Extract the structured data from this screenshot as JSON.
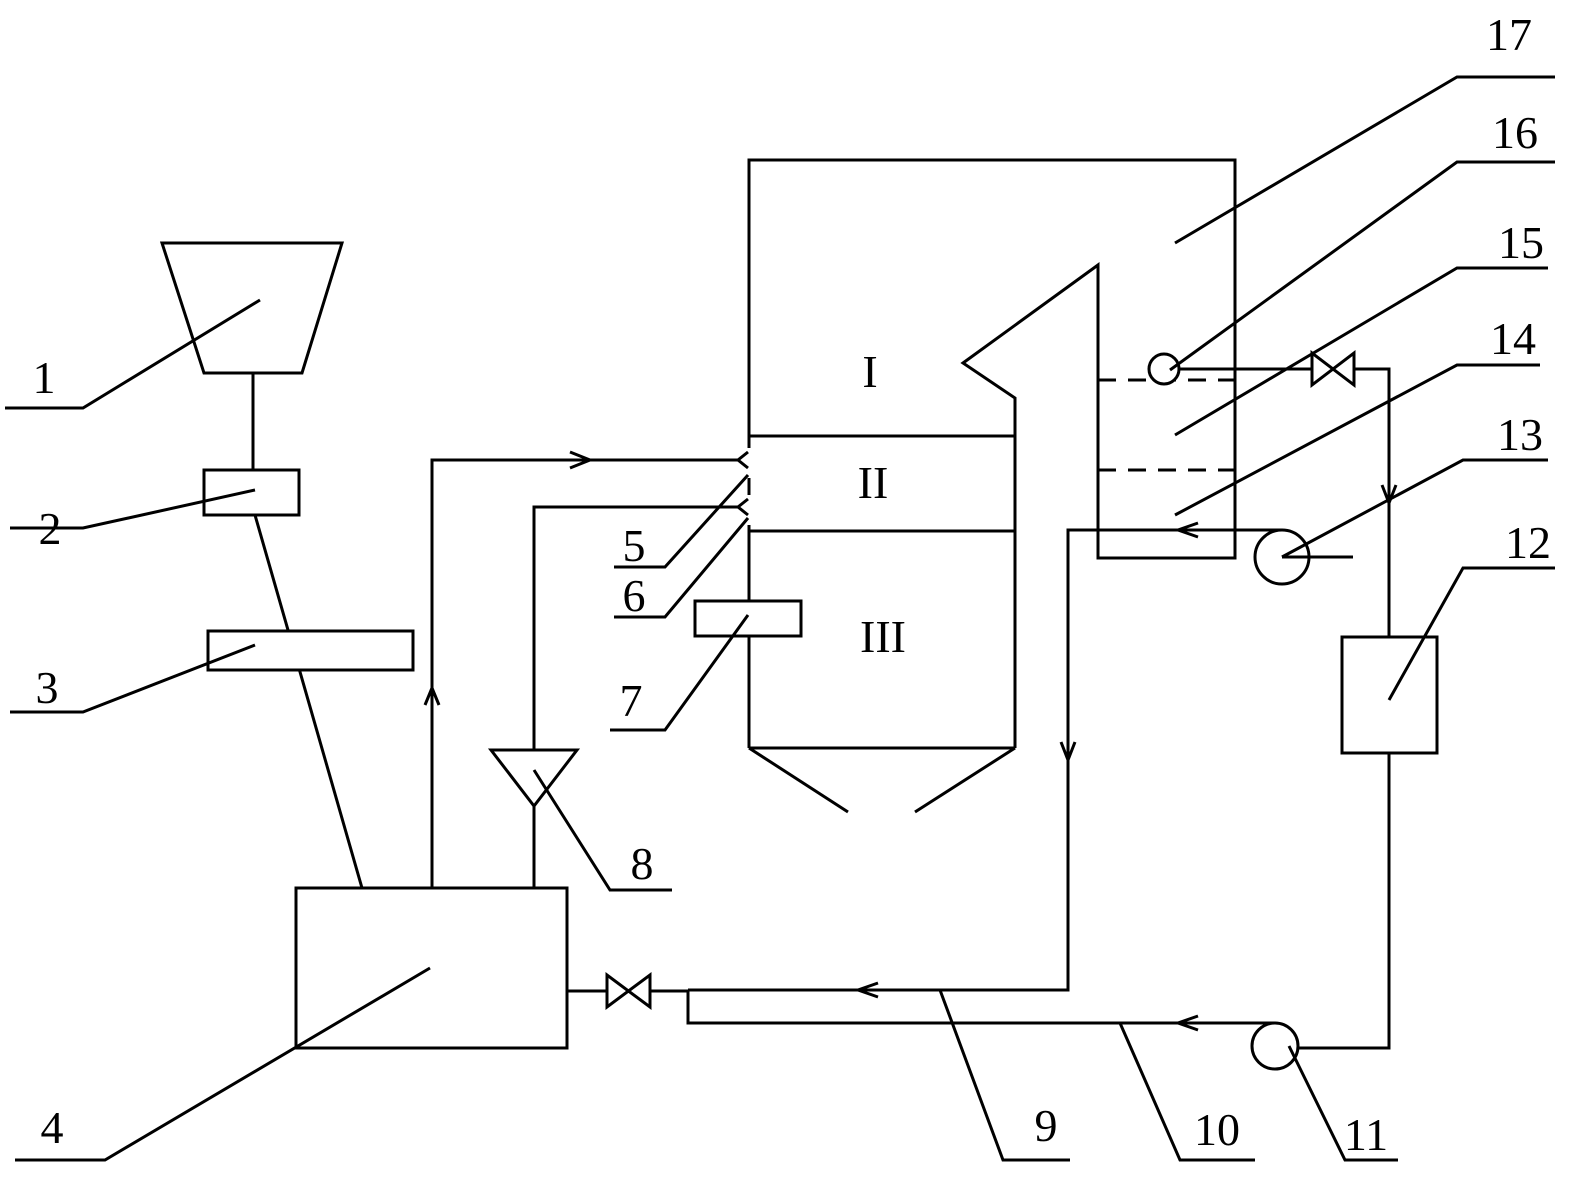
{
  "labels": {
    "n1": "1",
    "n2": "2",
    "n3": "3",
    "n4": "4",
    "n5": "5",
    "n6": "6",
    "n7": "7",
    "n8": "8",
    "n9": "9",
    "n10": "10",
    "n11": "11",
    "n12": "12",
    "n13": "13",
    "n14": "14",
    "n15": "15",
    "n16": "16",
    "n17": "17"
  },
  "zones": {
    "zone1": "I",
    "zone2": "II",
    "zone3": "III"
  },
  "colors": {
    "line": "#000000",
    "background": "#ffffff"
  }
}
